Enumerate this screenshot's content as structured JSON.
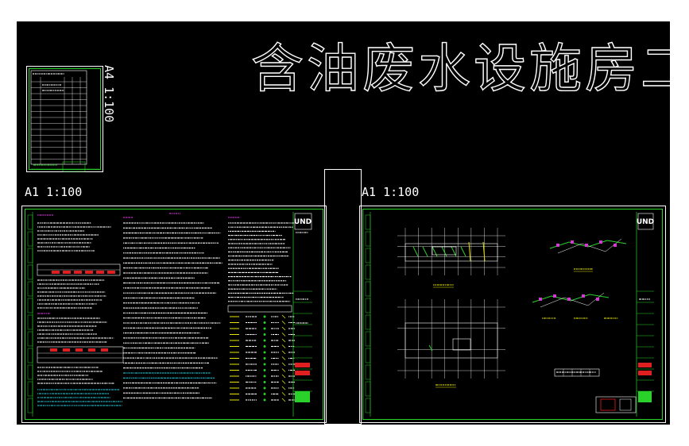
{
  "drawing_title": "含油废水设施房二",
  "scale_labels": {
    "a4": "A4 1:100",
    "sheet_left": "A1 1:100",
    "sheet_right": "A1 1:100"
  },
  "colors": {
    "background": "#000000",
    "frame_white": "#ffffff",
    "frame_green": "#2bd12b",
    "annotation_magenta": "#d23bd2",
    "annotation_yellow": "#e6e600",
    "annotation_cyan": "#22c8d8",
    "annotation_red": "#e02020"
  },
  "logo_text": "UND"
}
